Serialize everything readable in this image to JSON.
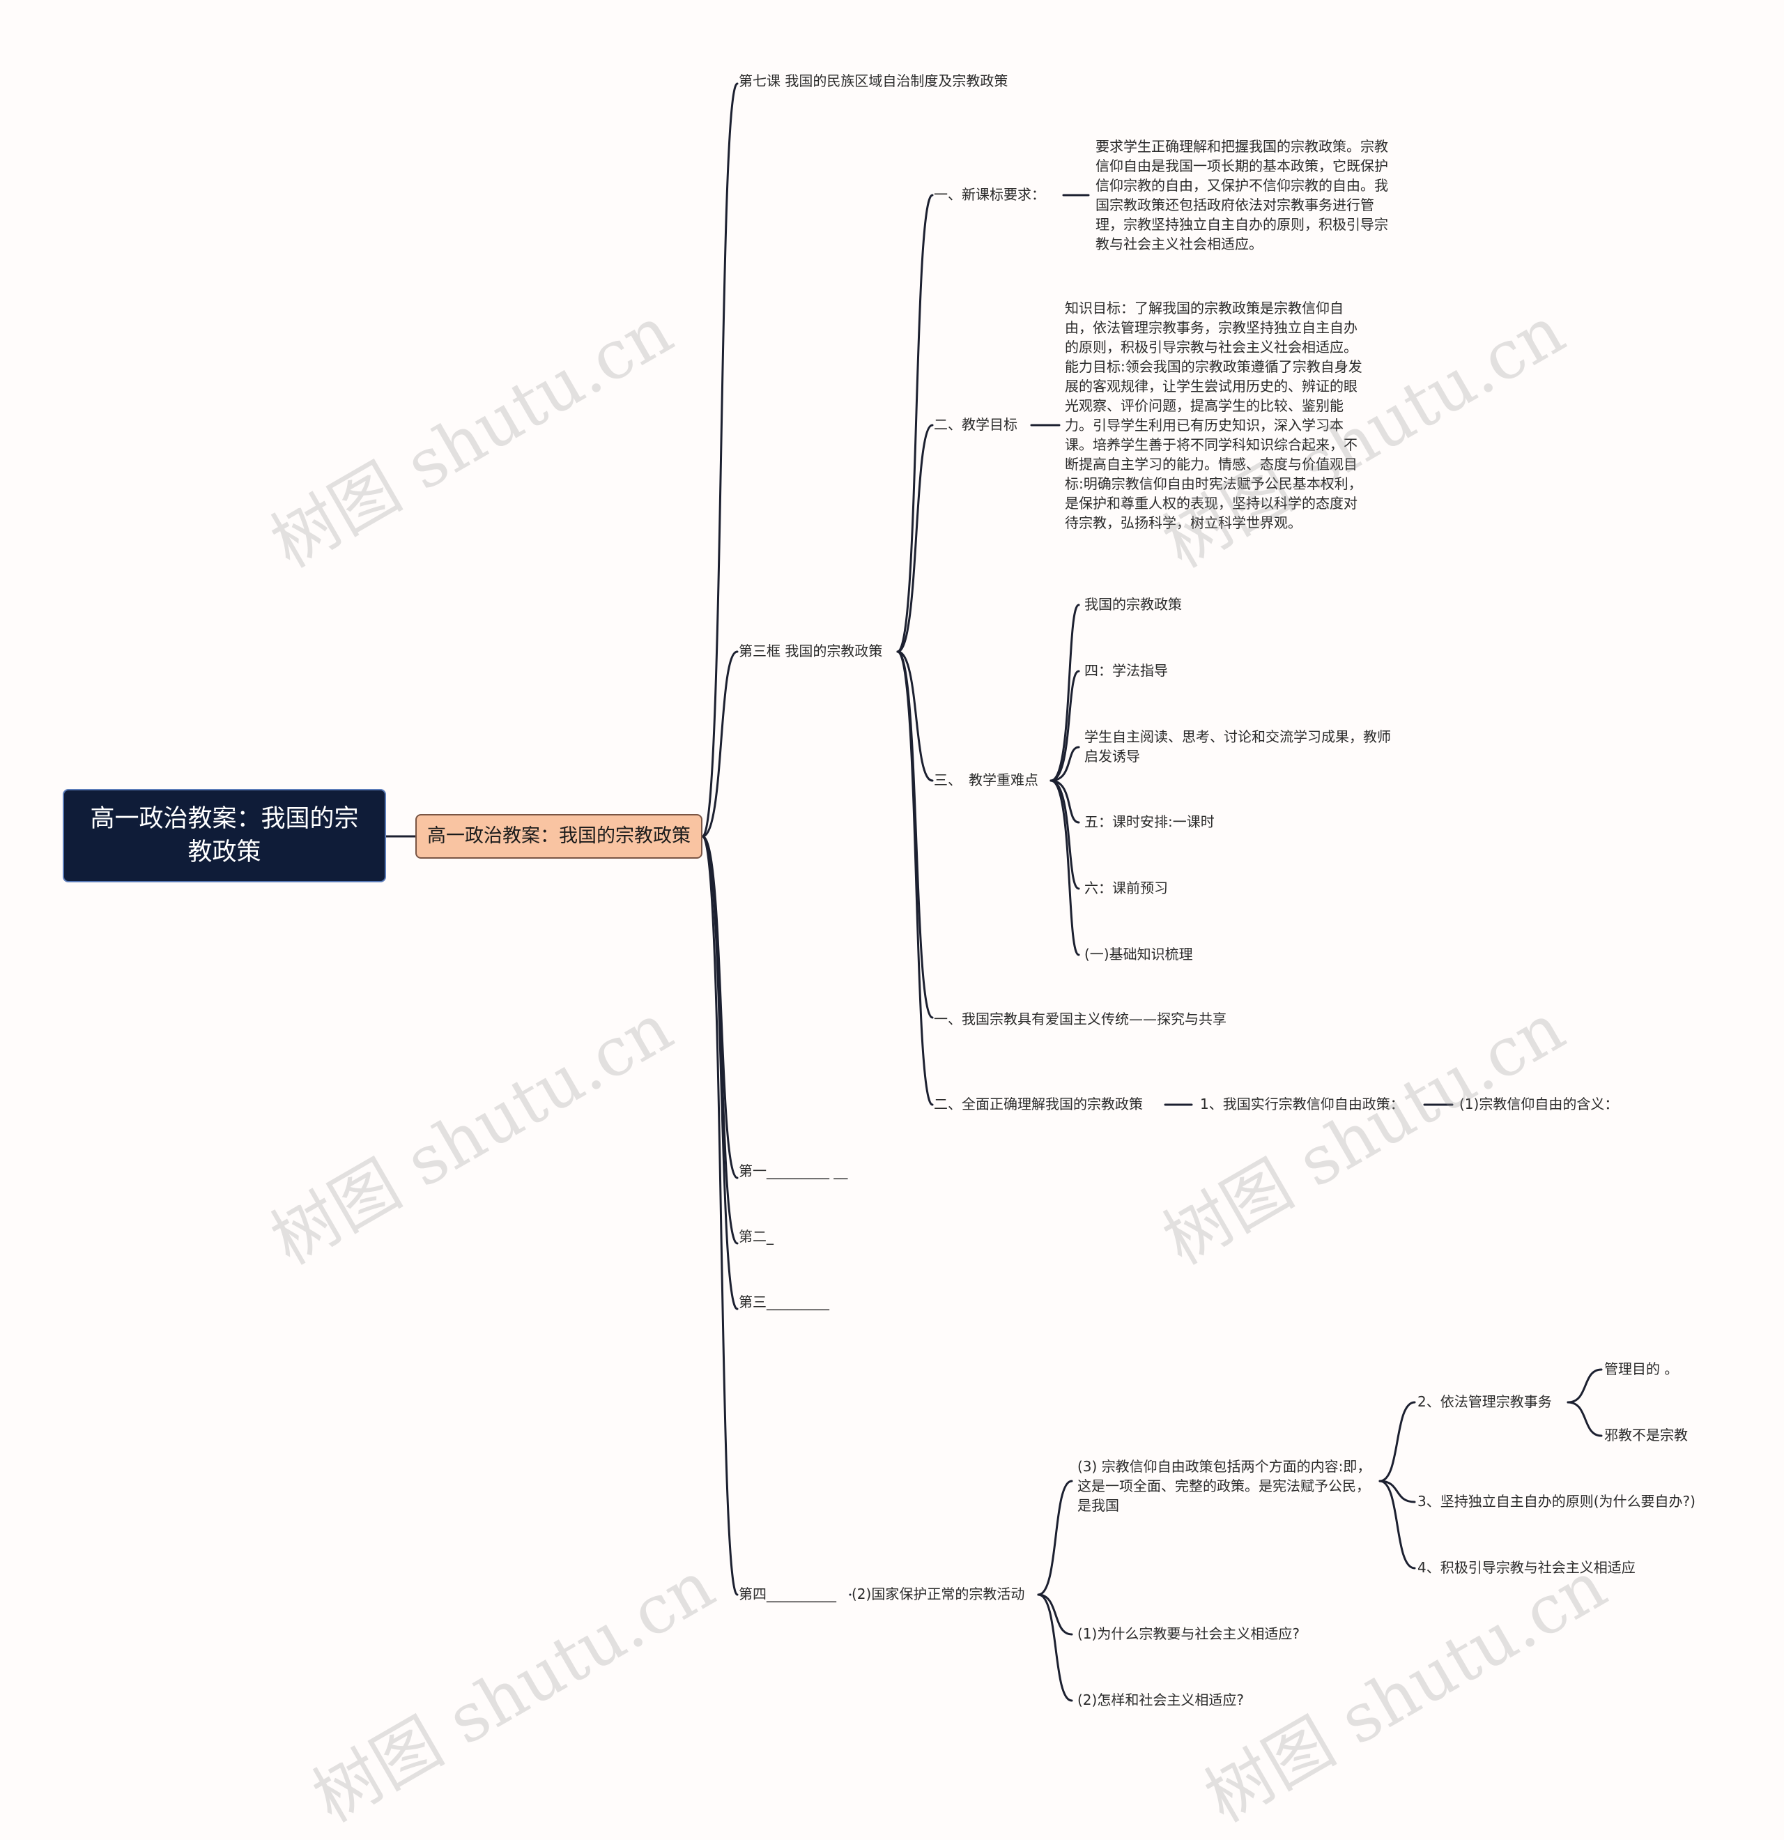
{
  "root": {
    "title": "高一政治教案：我国的宗教政策"
  },
  "main": {
    "title": "高一政治教案：我国的宗教政策"
  },
  "branches": {
    "lesson7": "第七课 我国的民族区域自治制度及宗教政策",
    "frame3": "第三框 我国的宗教政策",
    "first": "第一_________ __",
    "second": "第二_",
    "third": "第三_________",
    "fourth": "第四__________"
  },
  "frame3_children": {
    "req_label": "一、新课标要求：",
    "req_text": "要求学生正确理解和把握我国的宗教政策。宗教信仰自由是我国一项长期的基本政策，它既保护信仰宗教的自由，又保护不信仰宗教的自由。我国宗教政策还包括政府依法对宗教事务进行管理，宗教坚持独立自主自办的原则，积极引导宗教与社会主义社会相适应。",
    "goal_label": "二、教学目标",
    "goal_text": "知识目标：了解我国的宗教政策是宗教信仰自由，依法管理宗教事务，宗教坚持独立自主自办的原则，积极引导宗教与社会主义社会相适应。能力目标:领会我国的宗教政策遵循了宗教自身发展的客观规律，让学生尝试用历史的、辨证的眼光观察、评价问题，提高学生的比较、鉴别能力。引导学生利用已有历史知识，深入学习本课。培养学生善于将不同学科知识综合起来，不断提高自主学习的能力。情感、态度与价值观目标:明确宗教信仰自由时宪法赋予公民基本权利，是保护和尊重人权的表现，坚持以科学的态度对待宗教，弘扬科学，树立科学世界观。",
    "key_label": "三、　教学重难点",
    "key_items": [
      "我国的宗教政策",
      "四：学法指导",
      "学生自主阅读、思考、讨论和交流学习成果，教师启发诱导",
      "五：课时安排:一课时",
      "六：课前预习",
      "(一)基础知识梳理"
    ],
    "patriot": "一、我国宗教具有爱国主义传统——探究与共享",
    "policy": "二、全面正确理解我国的宗教政策",
    "policy_1": "1、我国实行宗教信仰自由政策：",
    "policy_1a": "(1)宗教信仰自由的含义："
  },
  "fourth_children": {
    "protect": "(2)国家保护正常的宗教活动",
    "content3": "(3) 宗教信仰自由政策包括两个方面的内容:即，这是一项全面、完整的政策。是宪法赋予公民，是我国",
    "manage": "2、依法管理宗教事务",
    "manage_a": "管理目的 。",
    "manage_b": "邪教不是宗教",
    "independent": "3、坚持独立自主自办的原则(为什么要自办?)",
    "adapt": "4、积极引导宗教与社会主义相适应",
    "why": "(1)为什么宗教要与社会主义相适应?",
    "how": "(2)怎样和社会主义相适应?"
  },
  "watermark": "树图 shutu.cn"
}
